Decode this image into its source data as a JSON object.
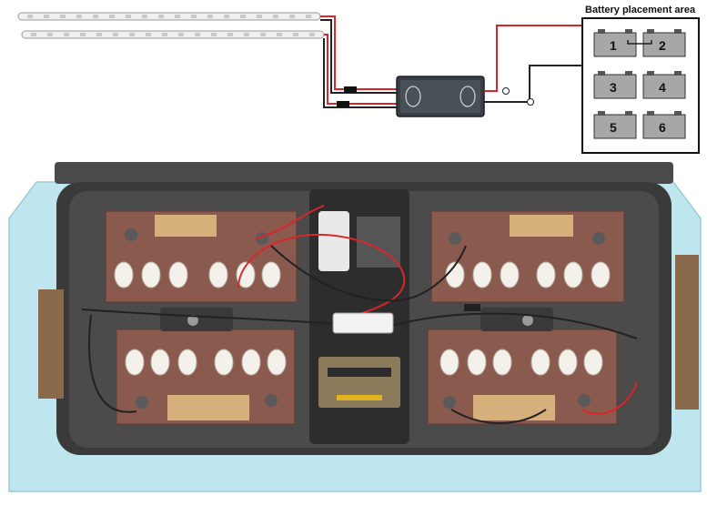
{
  "title": "Battery placement area",
  "battery_labels": [
    "1",
    "2",
    "3",
    "4",
    "5",
    "6"
  ],
  "colors": {
    "positive_wire": "#d8262c",
    "negative_wire": "#222222",
    "cart_body": "#bfe6ee",
    "battery_tray": "#3a3a3a",
    "battery_case": "#8b5a4e",
    "led_strip": "#e9e9e9",
    "controller": "#3a3f45"
  },
  "icons": [
    "led-strip",
    "controller-box",
    "battery-block",
    "golf-cart-battery-bay",
    "inline-fuse",
    "terminal-plus",
    "terminal-minus"
  ]
}
